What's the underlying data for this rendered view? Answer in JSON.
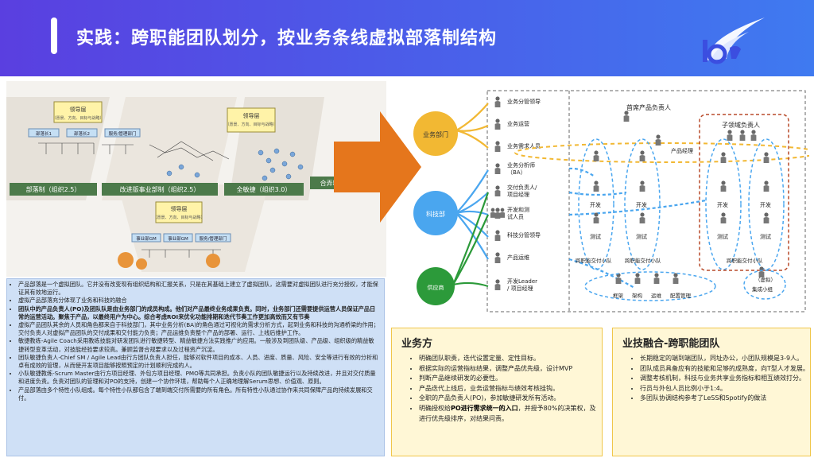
{
  "header": {
    "title": "实践：跨职能团队划分，按业务条线虚拟部落制结构"
  },
  "left_figure": {
    "top_boxes": [
      "领导层",
      "领导层",
      "领导层"
    ],
    "top_subs": [
      "（愿景、方向、目标与战略）",
      "（愿景、方向、目标与战略）",
      "（愿景、方向、目标与战略）"
    ],
    "stages": [
      "部落制（组织2.5）",
      "改进版事业部制（组织2.5）",
      "全敏捷（组织3.0）",
      "合弄制（组织4.0）"
    ],
    "units": [
      "部落长1",
      "部落长2",
      "服务/管理部门",
      "事业部GM",
      "事业部GM",
      "服务/管理部门"
    ]
  },
  "bullets": [
    {
      "text": "产品部落是一个虚拟团队。它并没有改变现有组织结构和汇报关系，只是在其基础上建立了虚拟团队，这需要对虚拟团队进行充分授权，才能保证其有效地运行。",
      "bold": false
    },
    {
      "text": "虚拟产品部落充分体现了业务和科技的融合",
      "bold": false
    },
    {
      "text": "团队中的产品负责人(PO)及团队队是由业务部门的成员构成。他们对产品最终业务成果负责。同时，业务部门还需要提供运营人员保证产品日常的运营活动。聚焦于产品，以最终用户为中心。综合考虑ROI来优化功能排期和迭代节奏工作更加高效而又有节奏",
      "bold": true
    },
    {
      "text": "虚拟产品团队其余的人员和角色都来自于科技部门，其中业务分析(BA)的角色通过可视化的需求分析方式，起到业务和科技的沟通桥梁的作用；交付负责人对虚拟产品团队的交付成果和交付能力负责；产品运维负责整个产品的部署、运行、上线后维护工作。",
      "bold": false
    },
    {
      "text": "敏捷教练-Agile Coach采用教练技能对研发团队进行敏捷转型、精益敏捷方法实践推广的应用。一般涉及到团队级、产品级、组织级的精益敏捷转型变革活动，对技能经验要求较高。兼顾监督合规要求以及过程资产沉淀。",
      "bold": false
    },
    {
      "text": "团队敏捷负责人-Chief SM / Agile Lead由行方团队负责人担任，能够对软件项目的成本、人员、进度、质量、风险、安全等进行有效的分析和卓有成效的管理，从而使开发项目能够按照预定的计划顺利完成的人。",
      "bold": false
    },
    {
      "text": "小队敏捷教练-Scrum Master由行方项目经理、外包方项目经理、PMO等共同承担。负责小队的团队敏捷运行以及持续改进，并且对交付质量和进度负责。负责对团队的管理和对PO的支持，创建一个协作环境，帮助每个人正确地理解Serum思想、价值观、原则。",
      "bold": false
    },
    {
      "text": "产品部落由多个特性小队组成。每个特性小队都包含了端到端交付所需要的所有角色。所有特性小队通过协作来共同保障产品的持续发展和交付。",
      "bold": false
    }
  ],
  "diagram": {
    "circles": {
      "business": "业务部门",
      "tech": "科技部",
      "supplier": "供应商"
    },
    "roles": [
      "业务分管领导",
      "业务运营",
      "业务需求人员",
      "业务分析师\n（BA）",
      "交付负责人/\n项目经理",
      "开发和测\n试人员",
      "科技分管领导",
      "产品运维",
      "开发Leader\n/ 项目经理"
    ],
    "roles_lines": [
      [
        "业务分管领导"
      ],
      [
        "业务运营"
      ],
      [
        "业务需求人员"
      ],
      [
        "业务分析师",
        "（BA）"
      ],
      [
        "交付负责人/",
        "项目经理"
      ],
      [
        "开发和测",
        "试人员"
      ],
      [
        "科技分管领导"
      ],
      [
        "产品运维"
      ],
      [
        "开发Leader",
        "/ 项目经理"
      ]
    ],
    "labels": {
      "chief_po": "首席产品负责人",
      "sub_po": "子领域负责人",
      "po": "产品经理",
      "dev": "开发",
      "test": "测试",
      "squad1": "跨职能交付小队",
      "squad2": "跨职能交付小队",
      "squad3": "跨职能交付小队",
      "virtual": "（虚拟）",
      "virtual2": "集成小组",
      "bottom_roles": [
        "框架",
        "架构",
        "运维",
        "配置管理"
      ]
    }
  },
  "box1": {
    "title": "业务方",
    "items": [
      {
        "text": "明确团队职责，迭代设置定量、定性目标。",
        "bold": false
      },
      {
        "text": "根据实际的运营指标结果，调整产品优先级，设计MVP",
        "bold": false
      },
      {
        "text": "判断产品继续研发的必要性。",
        "bold": false
      },
      {
        "text": "产品迭代上线后，业务运营指标与绩效考核挂钩。",
        "bold": false
      },
      {
        "text": "全职的产品负责人(PO)，参加敏捷研发所有活动。",
        "bold": false
      },
      {
        "text_pre": "明确授权给",
        "text_bold": "PO进行需求统一的入口",
        "text_post": "，并授予80%的决策权，及进行优先级排序，对结果问责。"
      }
    ]
  },
  "box2": {
    "title": "业技融合-跨职能团队",
    "items": [
      "长期稳定的端到端团队，同址办公，小团队规模是3-9人。",
      "团队成员具备应有的技能和足够的成熟度，向T型人才发展。",
      "调整考核机制，科技与业务共享业务指标和相互绩效打分。",
      "行员与外包人员比例小于1:4。",
      "多团队协调结构参考了LeSS和Spotify的做法"
    ]
  },
  "colors": {
    "header_start": "#5a3fe0",
    "header_end": "#3f7af0",
    "arrow": "#e5761c",
    "business": "#f2b833",
    "tech": "#4aa6ef",
    "supplier": "#2c9a3a",
    "box_bg": "#fff7d6",
    "bullet_bg": "#cfe0f6"
  }
}
